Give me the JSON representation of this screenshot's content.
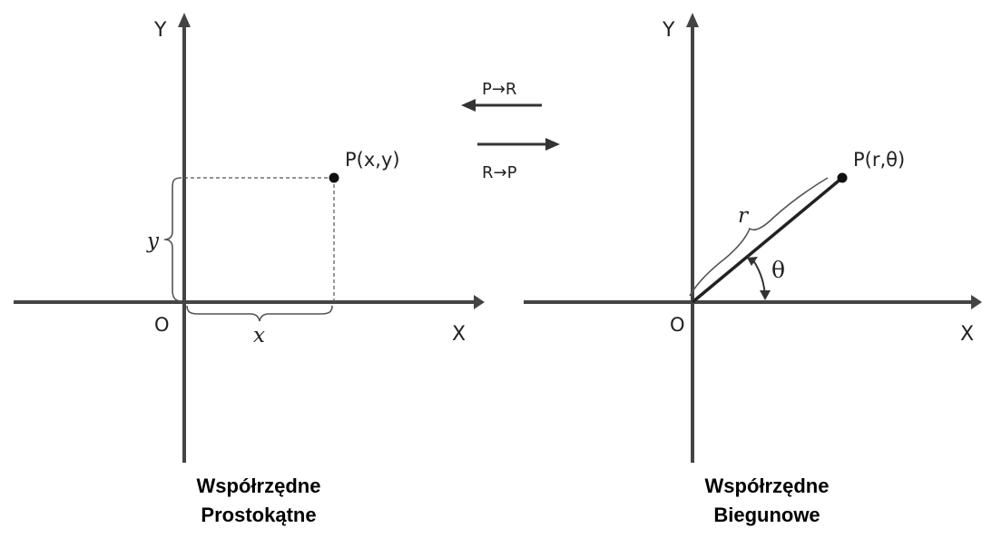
{
  "rect": {
    "axis_x": "X",
    "axis_y": "Y",
    "origin": "O",
    "point": "P(x,y)",
    "x_label": "x",
    "y_label": "y",
    "caption_line1": "Współrzędne",
    "caption_line2": "Prostokątne"
  },
  "polar": {
    "axis_x": "X",
    "axis_y": "Y",
    "origin": "O",
    "point": "P(r,θ)",
    "r_label": "r",
    "theta_label": "θ",
    "caption_line1": "Współrzędne",
    "caption_line2": "Biegunowe"
  },
  "conversion": {
    "to_rect": "P→R",
    "to_polar": "R→P"
  }
}
